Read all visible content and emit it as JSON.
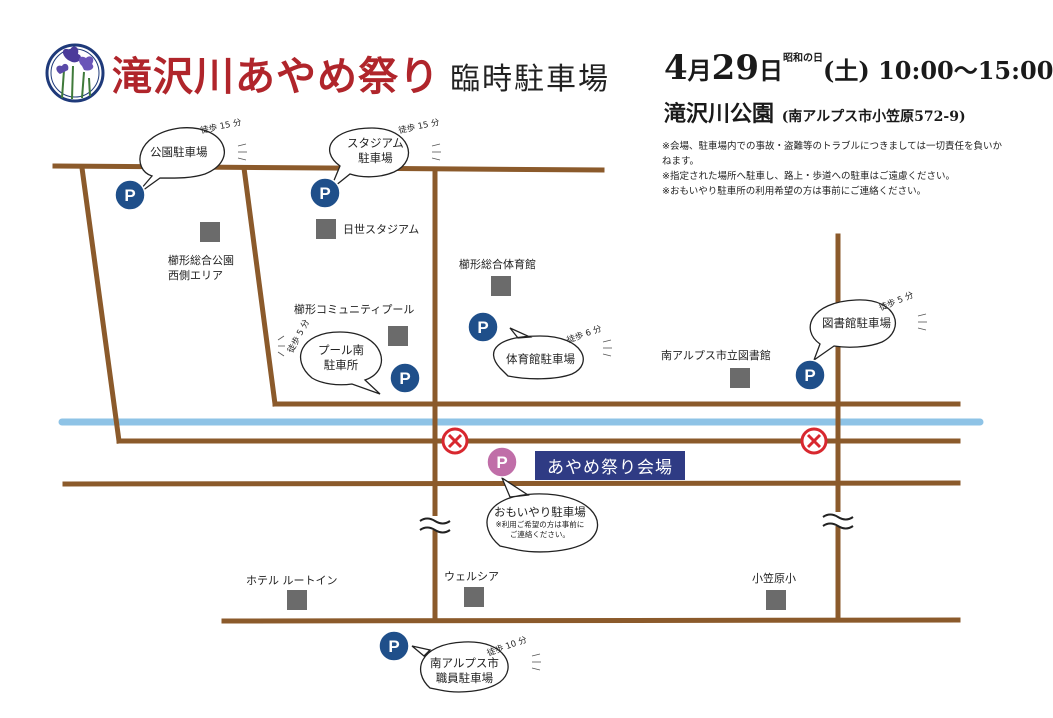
{
  "header": {
    "title": "滝沢川あやめ祭り",
    "subtitle": "臨時駐車場",
    "date_month": "4",
    "date_month_unit": "月",
    "date_day": "29",
    "date_day_unit": "日",
    "date_holiday": "昭和の日",
    "date_weekday": "(土)",
    "time": "10:00〜15:00",
    "venue_name": "滝沢川公園",
    "venue_address": "(南アルプス市小笠原572-9)"
  },
  "notes": [
    "※会場、駐車場内での事故・盗難等のトラブルにつきましては一切責任を負いかねます。",
    "※指定された場所へ駐車し、路上・歩道への駐車はご遠慮ください。",
    "※おもいやり駐車所の利用希望の方は事前にご連絡ください。"
  ],
  "parking": [
    {
      "name": "公園駐車場",
      "walk": "徒歩 15 分"
    },
    {
      "name_line1": "スタジアム",
      "name_line2": "駐車場",
      "walk": "徒歩 15 分"
    },
    {
      "name_line1": "プール南",
      "name_line2": "駐車所",
      "walk": "徒歩 5 分"
    },
    {
      "name": "体育館駐車場",
      "walk": "徒歩 6 分"
    },
    {
      "name": "図書館駐車場",
      "walk": "徒歩 5 分"
    },
    {
      "name_line1": "南アルプス市",
      "name_line2": "職員駐車場",
      "walk": "徒歩 10 分"
    },
    {
      "name": "おもいやり駐車場",
      "note_line1": "※利用ご希望の方は事前に",
      "note_line2": "ご連絡ください。"
    }
  ],
  "parking_symbol": "P",
  "landmarks": {
    "west_area_line1": "櫛形総合公園",
    "west_area_line2": "西側エリア",
    "stadium": "日世スタジアム",
    "gym": "櫛形総合体育館",
    "pool": "櫛形コミュニティプール",
    "library": "南アルプス市立図書館",
    "hotel": "ホテル ルートイン",
    "welcia": "ウェルシア",
    "school": "小笠原小"
  },
  "venue_banner": "あやめ祭り会場",
  "colors": {
    "road": "#8b5a2b",
    "river": "#8ec3e6",
    "parking": "#1f4f8a",
    "consideration_parking": "#c06ea8",
    "closed": "#d8282f",
    "banner": "#2f3b84",
    "title": "#b0252b",
    "building": "#6b6b6b"
  },
  "icons": {
    "logo": "iris-flower-logo",
    "parking": "parking-icon",
    "closed": "no-entry-icon",
    "road_break": "road-break-icon"
  }
}
